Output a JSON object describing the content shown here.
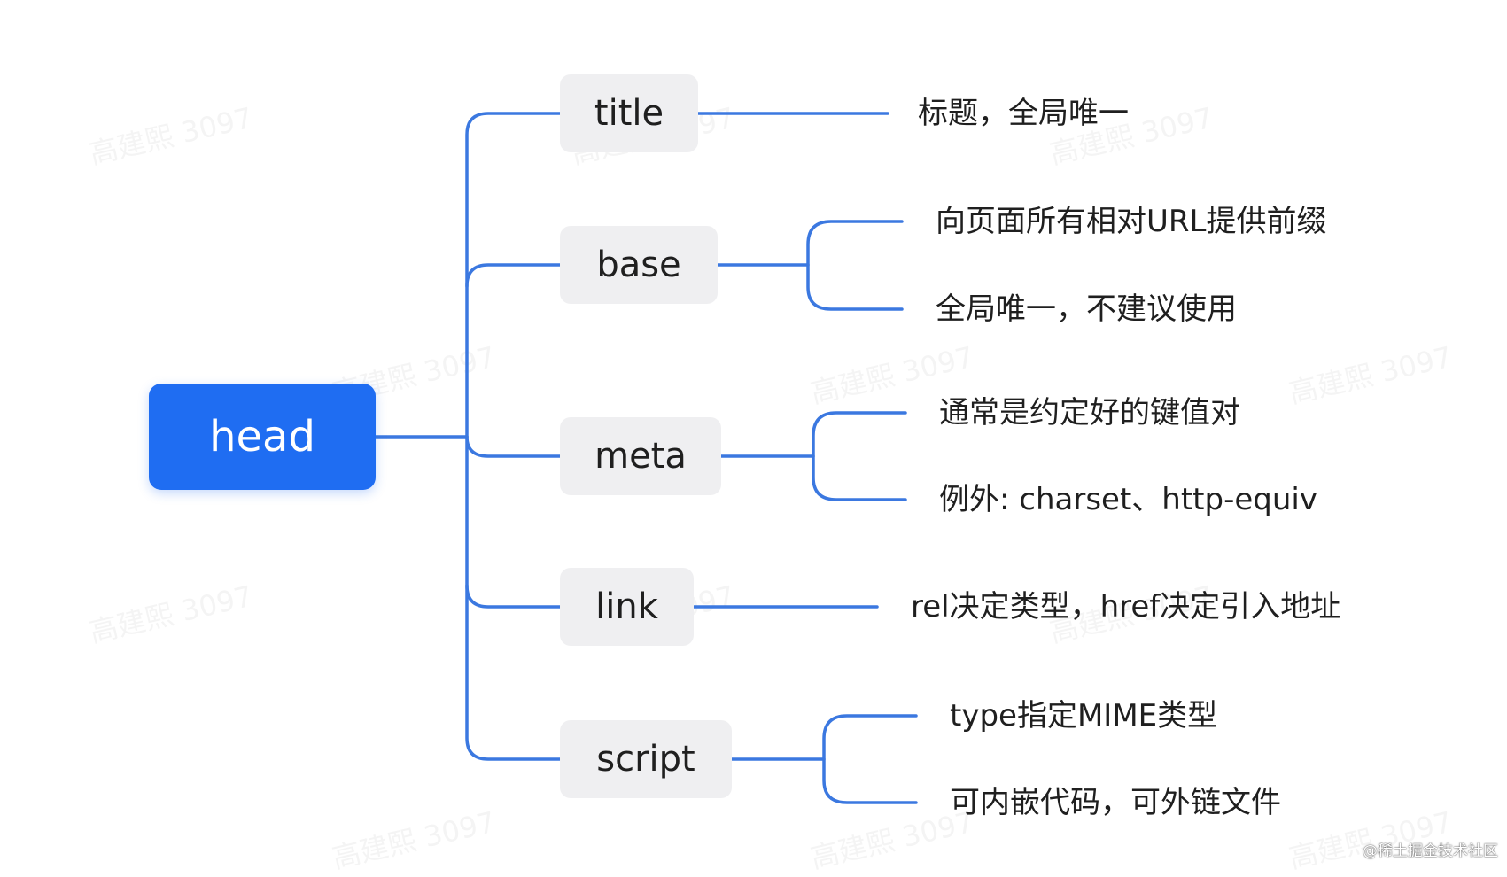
{
  "diagram": {
    "root": {
      "label": "head"
    },
    "children": [
      {
        "label": "title",
        "notes": [
          "标题，全局唯一"
        ]
      },
      {
        "label": "base",
        "notes": [
          "向页面所有相对URL提供前缀",
          "全局唯一，不建议使用"
        ]
      },
      {
        "label": "meta",
        "notes": [
          "通常是约定好的键值对",
          "例外: charset、http-equiv"
        ]
      },
      {
        "label": "link",
        "notes": [
          "rel决定类型，href决定引入地址"
        ]
      },
      {
        "label": "script",
        "notes": [
          "type指定MIME类型",
          "可内嵌代码，可外链文件"
        ]
      }
    ]
  },
  "watermark_text": "高建熙 3097",
  "footer_mark": "@稀土掘金技术社区",
  "colors": {
    "accent": "#1f6df2",
    "connector": "#3b78e0",
    "node_bg": "#efeff1",
    "text": "#1f1f1f"
  }
}
